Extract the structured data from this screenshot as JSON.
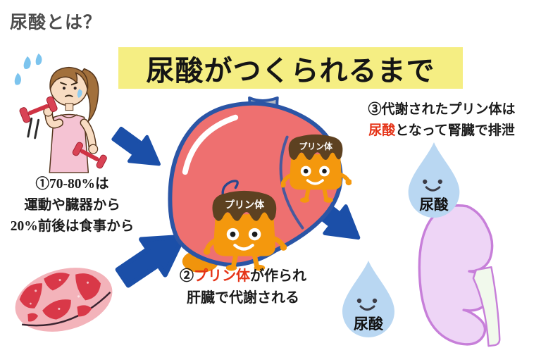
{
  "page": {
    "title": "尿酸とは？",
    "banner_title": "尿酸がつくられるまで"
  },
  "steps": {
    "one": {
      "lines": [
        "①70-80%は",
        "運動や臓器から",
        "20%前後は食事から"
      ]
    },
    "two": {
      "prefix": "②",
      "highlight": "プリン体",
      "suffix": "が作られ",
      "line2": "肝臓で代謝される"
    },
    "three": {
      "line1": "③代謝されたプリン体は",
      "highlight": "尿酸",
      "suffix": "となって腎臓で排泄"
    }
  },
  "labels": {
    "purine": "プリン体",
    "uric_acid": "尿酸"
  },
  "colors": {
    "title_gray": "#4d4d4d",
    "banner_bg": "#f5ee83",
    "accent_red": "#e53317",
    "arrow_blue": "#1b4fa8",
    "liver_red": "#ee7070",
    "liver_outline": "#2b55a5",
    "vessel_gray": "#b2bac2",
    "gallbladder_orange": "#f0940c",
    "pudding_orange": "#f4980d",
    "pudding_brown": "#5d4121",
    "drop_blue": "#b9d7f2",
    "kidney_purple": "#eed5f6",
    "kidney_outline": "#c77fd9",
    "ureter_green": "#f1f9ec",
    "skin": "#f8dcc2",
    "hair_brown": "#a2703c",
    "tank_pink": "#f5c3d3",
    "dumbbell_red": "#d94355",
    "meat_fat_pink": "#f3b3ba",
    "meat_red": "#d93848",
    "sweat_blue": "#7cc4ee"
  }
}
